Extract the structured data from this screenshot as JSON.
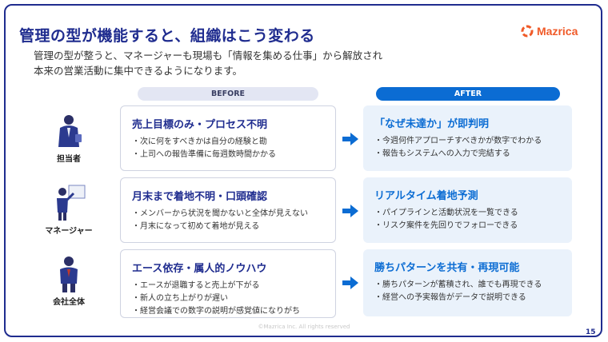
{
  "slide": {
    "title": "管理の型が機能すると、組織はこう変わる",
    "subtitle_line1": "管理の型が整うと、マネージャーも現場も「情報を集める仕事」から解放され",
    "subtitle_line2": "本来の営業活動に集中できるようになります。",
    "logo_text": "Mazrica",
    "footer": "©Mazrica Inc. All rights reserved",
    "page_number": "15"
  },
  "columns": {
    "before": "BEFORE",
    "after": "AFTER"
  },
  "rows": [
    {
      "role": "担当者",
      "role_icon": "salesperson-icon",
      "before_title": "売上目標のみ・プロセス不明",
      "before_bullets": [
        "・次に何をすべきかは自分の経験と勘",
        "・上司への報告準備に毎週数時間かかる"
      ],
      "after_title": "「なぜ未達か」が即判明",
      "after_bullets": [
        "・今週何件アプローチすべきかが数字でわかる",
        "・報告もシステムへの入力で完結する"
      ]
    },
    {
      "role": "マネージャー",
      "role_icon": "manager-presenting-icon",
      "before_title": "月末まで着地不明・口頭確認",
      "before_bullets": [
        "・メンバーから状況を聞かないと全体が見えない",
        "・月末になって初めて着地が見える"
      ],
      "after_title": "リアルタイム着地予測",
      "after_bullets": [
        "・パイプラインと活動状況を一覧できる",
        "・リスク案件を先回りでフォローできる"
      ]
    },
    {
      "role": "会社全体",
      "role_icon": "executive-icon",
      "before_title": "エース依存・属人的ノウハウ",
      "before_bullets": [
        "・エースが退職すると売上が下がる",
        "・新人の立ち上がりが遅い",
        "・経営会議での数字の説明が感覚値になりがち"
      ],
      "after_title": "勝ちパターンを共有・再現可能",
      "after_bullets": [
        "・勝ちパターンが蓄積され、誰でも再現できる",
        "・経営への予実報告がデータで説明できる"
      ]
    }
  ],
  "colors": {
    "navy": "#1f2c8f",
    "accent_blue": "#0b6cd3",
    "logo_orange": "#f05a28"
  }
}
